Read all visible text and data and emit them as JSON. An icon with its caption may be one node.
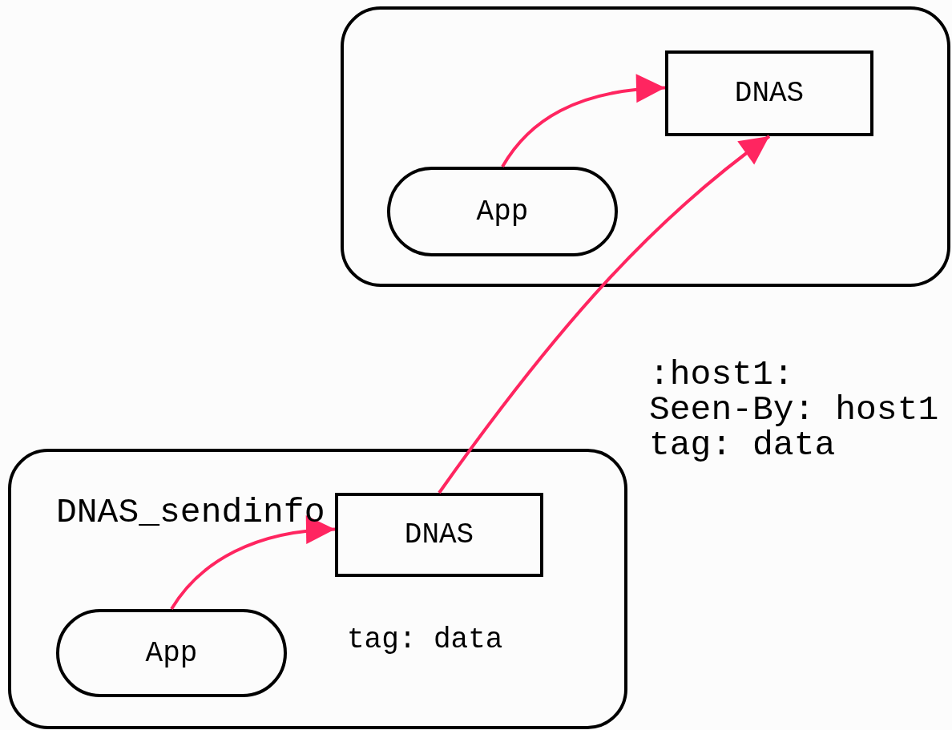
{
  "diagram": {
    "nodes": [
      {
        "text": [],
        "shape": "box"
      },
      {
        "text": [
          "DNAS"
        ],
        "in": 0
      },
      {
        "text": [
          "App"
        ],
        "in": 0
      },
      {
        "text": [
          "tag: data"
        ]
      },
      {
        "text": [
          "DNAS"
        ],
        "in": 3
      },
      {
        "text": [
          "App"
        ],
        "in": 3
      }
    ],
    "edges": [
      {
        "from": 2,
        "to": 1,
        "arrow": "to"
      },
      {
        "from": 5,
        "to": 4,
        "arrow": "to",
        "label": "DNAS_sendinfo"
      },
      {
        "from": 4,
        "to": 1,
        "arrow": "to",
        "label": ":host1: Seen-By: host1 tag: data"
      }
    ]
  }
}
